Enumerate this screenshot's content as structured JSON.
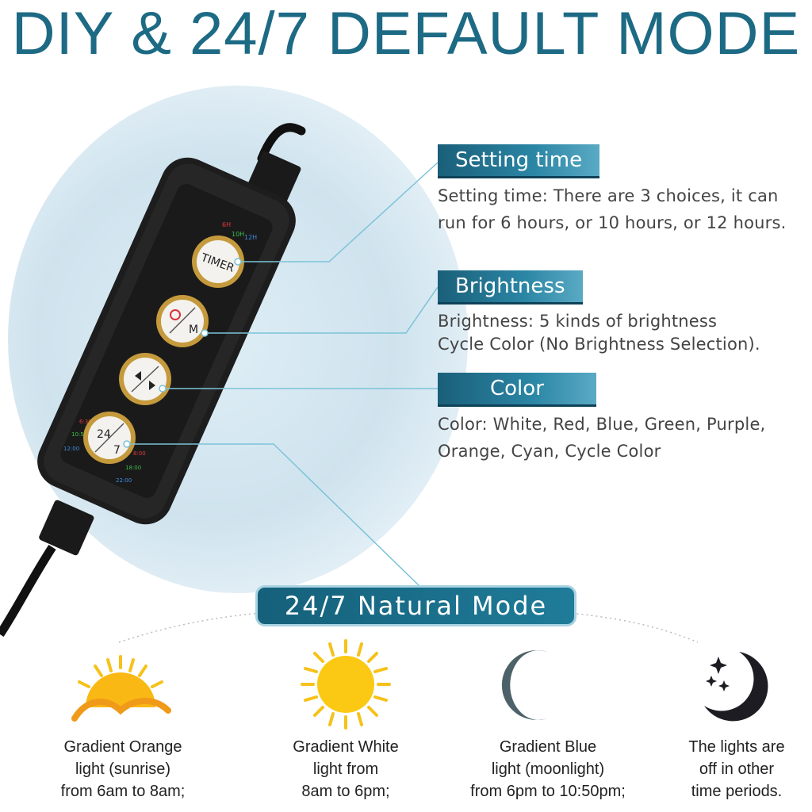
{
  "title": "DIY & 24/7 DEFAULT MODE",
  "remote": {
    "timer_options": [
      "6H",
      "10H",
      "12H"
    ],
    "buttons": {
      "timer": "TIMER",
      "mode": "M",
      "schedule_top": "24",
      "schedule_bottom": "7"
    },
    "schedule_times_left": [
      "6:30",
      "10:50",
      "12:00"
    ],
    "schedule_times_right": [
      "8:00",
      "18:00",
      "22:00"
    ]
  },
  "sections": {
    "setting_time": {
      "label": "Setting time",
      "lines": [
        "Setting time: There are 3 choices, it can",
        "run for 6 hours, or 10 hours, or 12 hours."
      ]
    },
    "brightness": {
      "label": "Brightness",
      "lines": [
        "Brightness: 5 kinds of brightness",
        "Cycle Color (No Brightness Selection)."
      ]
    },
    "color": {
      "label": "Color",
      "lines": [
        "Color: White, Red, Blue, Green, Purple,",
        "Orange, Cyan, Cycle Color"
      ]
    }
  },
  "natural_mode": {
    "label": "24/7 Natural Mode",
    "phases": [
      {
        "icon": "sunrise-icon",
        "lines": [
          "Gradient Orange",
          "light (sunrise)",
          "from 6am to 8am;"
        ]
      },
      {
        "icon": "sun-icon",
        "lines": [
          "Gradient White",
          "light from",
          "8am to 6pm;"
        ]
      },
      {
        "icon": "moon-icon",
        "lines": [
          "Gradient Blue",
          "light (moonlight)",
          "from 6pm to 10:50pm;"
        ]
      },
      {
        "icon": "moon-stars-icon",
        "lines": [
          "The lights are",
          "off in other",
          "time periods."
        ]
      }
    ]
  },
  "colors": {
    "accent": "#1d6a84",
    "tag": "#1a5f79",
    "sun": "#f6c21a",
    "moon": "#4d6268",
    "night": "#1c1c22"
  }
}
